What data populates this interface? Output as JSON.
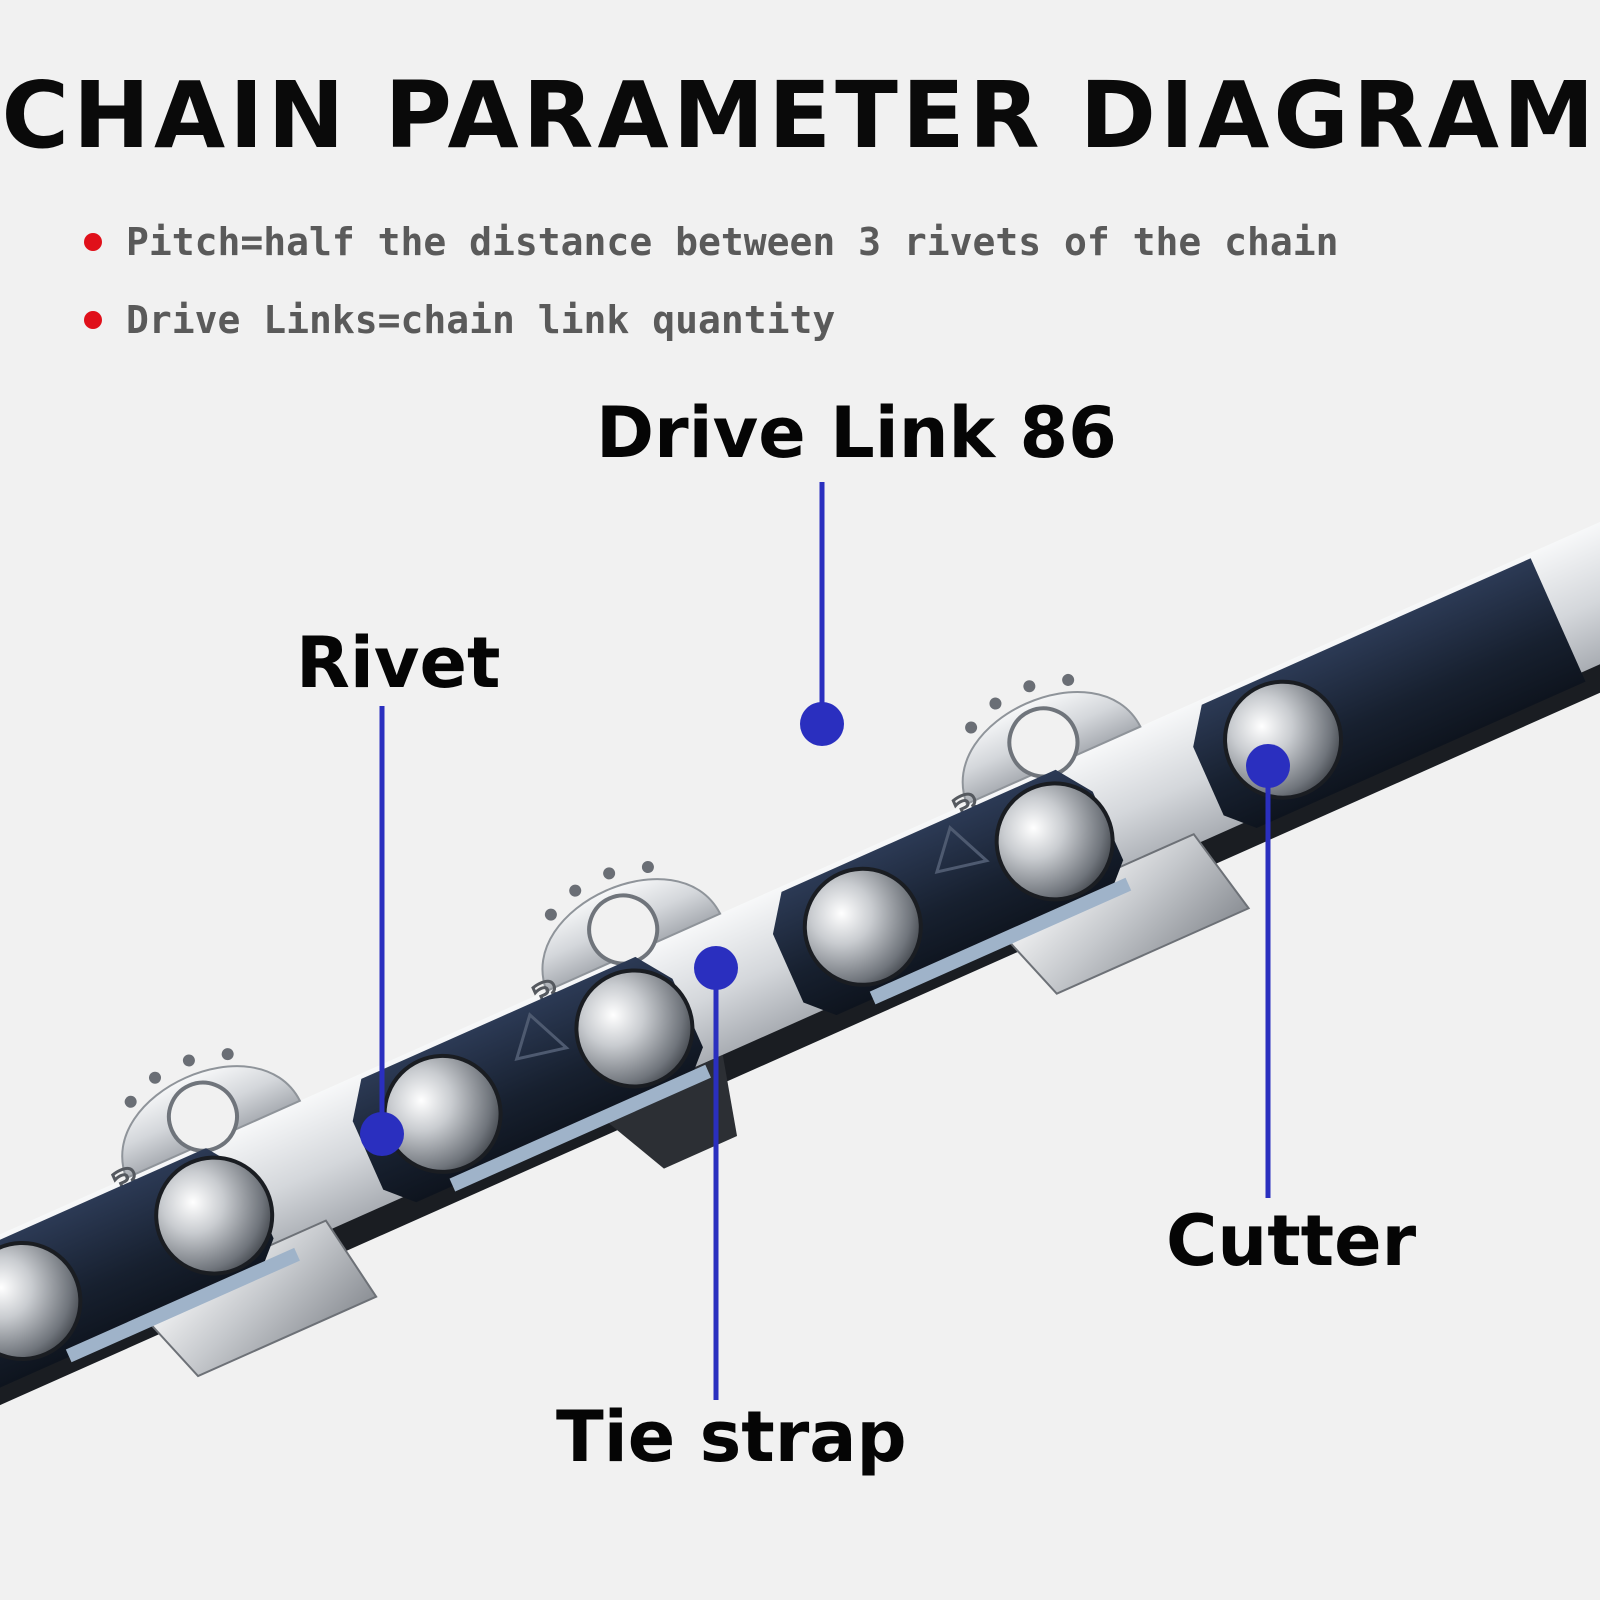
{
  "title": "CHAIN PARAMETER DIAGRAM",
  "bullets": [
    "Pitch=half the distance between 3 rivets of the chain",
    "Drive Links=chain link quantity"
  ],
  "callouts": {
    "drive_link": "Drive Link 86",
    "rivet": "Rivet",
    "cutter": "Cutter",
    "tie_strap": "Tie strap"
  },
  "link_stamp": "3",
  "colors": {
    "background": "#f1f1f1",
    "bullet": "#e0101a",
    "marker": "#2a2fbf",
    "strap": "#1b2538",
    "steel": "#d9dbde"
  }
}
